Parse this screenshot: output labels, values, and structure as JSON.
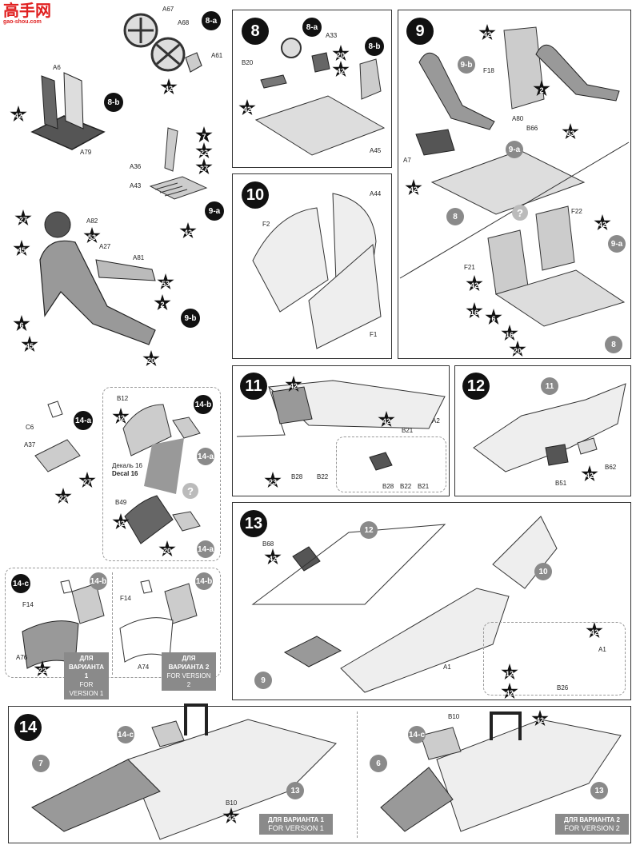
{
  "site_logo": {
    "chars": "高手网",
    "url": "gao-shou.com"
  },
  "steps": {
    "s8": "8",
    "s9": "9",
    "s10": "10",
    "s11": "11",
    "s12": "12",
    "s13": "13",
    "s14": "14"
  },
  "subs": {
    "a8": "8-a",
    "b8": "8-b",
    "a9": "9-a",
    "b9": "9-b",
    "a14": "14-a",
    "b14": "14-b",
    "c14": "14-c"
  },
  "parts": {
    "A67": "A67",
    "A68": "A68",
    "A61": "A61",
    "A6": "A6",
    "A79": "A79",
    "A36": "A36",
    "A43": "A43",
    "A82": "A82",
    "A27": "A27",
    "A81": "A81",
    "B20": "B20",
    "A33": "A33",
    "A45": "A45",
    "F18": "F18",
    "A80": "A80",
    "B66": "B66",
    "A7": "A7",
    "F22": "F22",
    "F21": "F21",
    "F2": "F2",
    "A44": "A44",
    "F1": "F1",
    "C6": "C6",
    "A37": "A37",
    "B12": "B12",
    "B49": "B49",
    "A2": "A2",
    "B21": "B21",
    "B28": "B28",
    "B22": "B22",
    "B62": "B62",
    "B51": "B51",
    "F14": "F14",
    "A76": "A76",
    "A74": "A74",
    "B68": "B68",
    "A1": "A1",
    "B26": "B26",
    "B10": "B10"
  },
  "colors": {
    "n2": "2",
    "n6": "6",
    "n7": "7",
    "n16": "16",
    "n20": "20",
    "n22": "22",
    "n23": "23",
    "n27": "27",
    "n42": "42",
    "n45": "45",
    "n53": "53",
    "n12": "12"
  },
  "decal": {
    "ru": "Декаль 16",
    "en": "Decal 16"
  },
  "variants": {
    "v1_ru": "ДЛЯ ВАРИАНТА 1",
    "v1_en": "FOR VERSION  1",
    "v2_ru": "ДЛЯ ВАРИАНТА 2",
    "v2_en": "FOR VERSION  2"
  },
  "question": "?",
  "refs": {
    "r8": "8",
    "r9": "9",
    "r10": "10",
    "r11": "11",
    "r12": "12",
    "r13": "13",
    "r6": "6",
    "r7": "7"
  }
}
